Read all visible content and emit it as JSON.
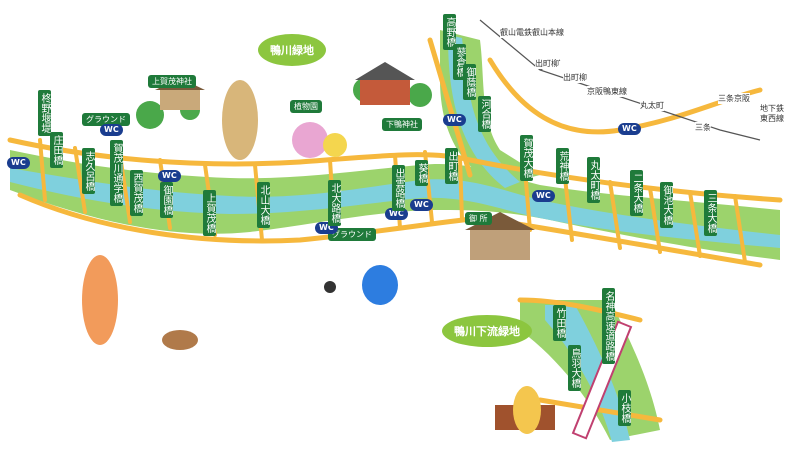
{
  "areas": {
    "kamogawa_ryokuchi": "鴨川緑地",
    "kamogawa_shimo_ryokuchi": "鴨川下流緑地"
  },
  "landmarks": {
    "kamigamo_jinja": "上賀茂神社",
    "shokubutsuen": "植物園",
    "shimogamo_jinja": "下鴨神社",
    "gosho": "御 所"
  },
  "bridges_upper": {
    "shojimazeki": "柊野堰堤",
    "shodabashi": "庄田橋",
    "shikurobashi": "志久呂橋",
    "kamokawa_dori": "賀茂川通学橋",
    "nishigamo": "西賀茂橋",
    "misono": "御園橋",
    "kamigamo": "上賀茂橋",
    "kitayama_ohashi": "北山大橋",
    "kitaoji": "北大路橋",
    "izumoji": "出雲路橋",
    "aoi": "葵橋",
    "demachi": "出町橋"
  },
  "bridges_takano": {
    "takano": "高野橋",
    "meibu": "蓼倉橋",
    "onsen": "御蔭橋",
    "kawai": "河合橋"
  },
  "bridges_lower": {
    "kamo_ohashi": "賀茂大橋",
    "kojin": "荒神橋",
    "marutamachi": "丸太町橋",
    "nijo_ohashi": "二条大橋",
    "oike": "御池大橋",
    "sanjo_ohashi": "三条大橋"
  },
  "bridges_downstream": {
    "takeda": "竹田橋",
    "meishin": "名神高速道路橋",
    "toba_ohashi": "鳥羽大橋",
    "koeda": "小枝橋"
  },
  "rail": {
    "eizan": "叡山電鉄叡山本線",
    "demachiyanagi_1": "出町柳",
    "demachiyanagi_2": "出町柳",
    "keihan": "京阪鴨東線",
    "marutamachi": "丸太町",
    "sanjo_keihan": "三条京阪",
    "sanjo": "三条",
    "tozai": "地下鉄\n東西線"
  },
  "facilities": {
    "ground_1": "グラウンド",
    "ground_2": "グラウンド",
    "wc": "WC"
  },
  "colors": {
    "river": "#7fd0dd",
    "bank": "#9cd36c",
    "road": "#f6b83d",
    "label_bg": "#1f7a3a",
    "wc_bg": "#1a3d8f"
  }
}
